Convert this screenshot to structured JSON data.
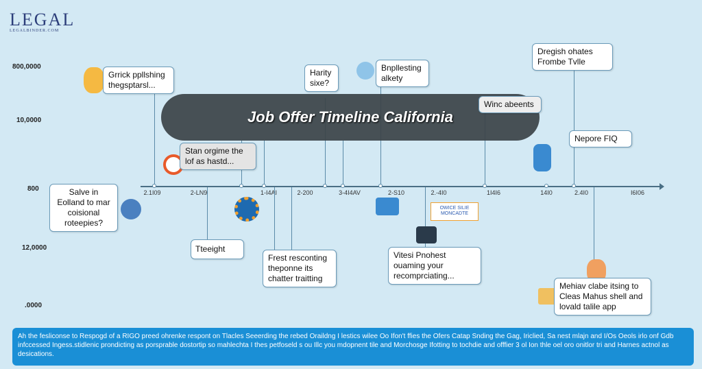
{
  "logo": {
    "text": "LEGAL",
    "subtext": "LEGALBINDER.COM"
  },
  "title": "Job Offer Timeline California",
  "y_axis": [
    "800,0000",
    "10,0000",
    "800",
    "12,0000",
    ".0000"
  ],
  "x_axis": [
    "2.1I09",
    "2-LN9",
    "1-I4AI",
    "2-200",
    "3-4I4AV",
    "2-S10",
    "2.-4I0",
    "1I4I6",
    "14I0",
    "2.4I0",
    "I6I06"
  ],
  "callouts": {
    "c1": "Grrick ppllshing thegsptarsl...",
    "c2": "Harity sixe?",
    "c3": "Bnpllesting alkety",
    "c4": "Dregish ohates Frombe Tvlle",
    "c5": "Winc abeents",
    "c6": "Stan orgime the lof as hastd...",
    "c7": "Nepore FIQ",
    "c8": "Salve in Eolland to mar coisional roteepies?",
    "c9": "Tteeight",
    "c10": "Frest resconting theponne its chatter traitting",
    "c11": "Vitesi Pnohest ouaming your recomprciating...",
    "c12": "Mehiav clabe itsing to Cleas Mahus shell and lovald talile app"
  },
  "badge": "OWICE SILIE MONCADTE",
  "footer": "Ah the fesliconse to Respogd of a RIGO preed ohrenke respont on Tlacles Seeerding the rebed Oraildng I lestics wilee Oo Ifon't ffies the Ofers Catap Snding the Gag, Iriclied, Sa nest mlajn and I/Os Oeols irlo onf Gdb infccessed Ingess.stidlenic prondicting as porsprable dostortip so mahlechta I thes petfoseld s ou Illc you mdopnent tile and Morchosge Ifotting to tochdie and offfier 3 ol Ion thle oel oro onitlor tri and Harnes actnol as desications."
}
